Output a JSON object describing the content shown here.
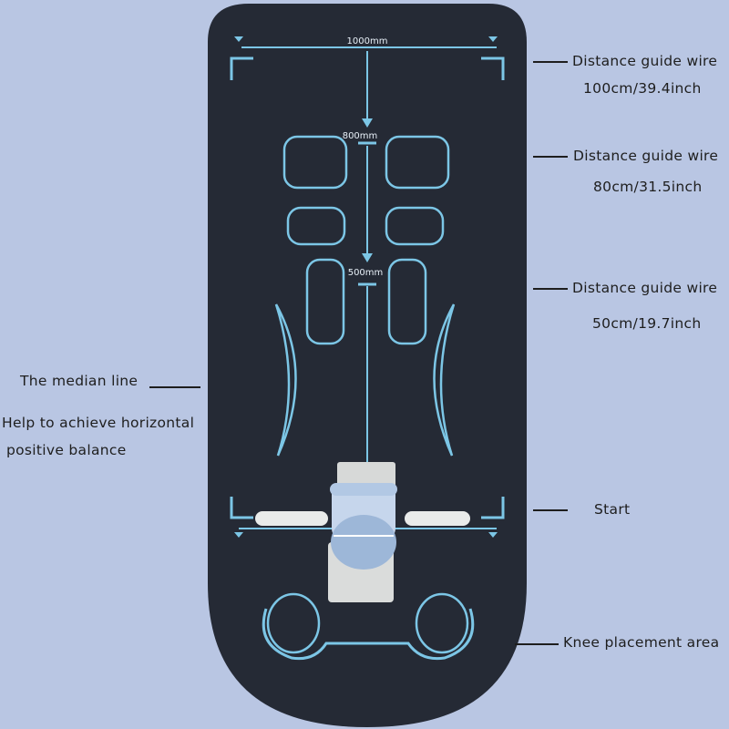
{
  "colors": {
    "background": "#b9c6e3",
    "mat": "#252a35",
    "guide": "#7cc6e6",
    "text": "#1e1e1e"
  },
  "mat": {
    "width_label": "1000mm",
    "mark_800": "800mm",
    "mark_500": "500mm"
  },
  "callouts": {
    "distance_100_title": "Distance guide wire",
    "distance_100_value": "100cm/39.4inch",
    "distance_80_title": "Distance guide wire",
    "distance_80_value": "80cm/31.5inch",
    "distance_50_title": "Distance guide wire",
    "distance_50_value": "50cm/19.7inch",
    "median_line": "The median line",
    "balance_line1": "Help to achieve horizontal",
    "balance_line2": "positive balance",
    "start": "Start",
    "knee_area": "Knee placement area"
  },
  "icons": [
    "ab-roller-wheel",
    "hand-position-outlines",
    "knee-pad-outlines",
    "corner-bracket-markers"
  ]
}
